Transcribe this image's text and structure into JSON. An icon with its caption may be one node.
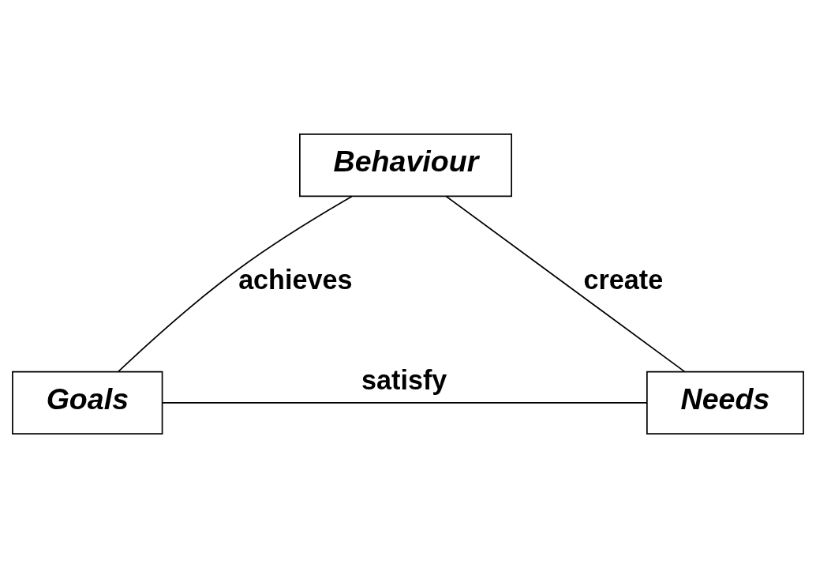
{
  "diagram": {
    "nodes": [
      {
        "text": [
          "Behaviour"
        ]
      },
      {
        "text": [
          "Goals"
        ]
      },
      {
        "text": [
          "Needs"
        ]
      }
    ],
    "edges": [
      {
        "from": 0,
        "to": 1,
        "arrow": "none",
        "label": "achieves"
      },
      {
        "from": 1,
        "to": 2,
        "arrow": "none",
        "label": "satisfy"
      },
      {
        "from": 2,
        "to": 0,
        "arrow": "none",
        "label": "create"
      }
    ]
  }
}
